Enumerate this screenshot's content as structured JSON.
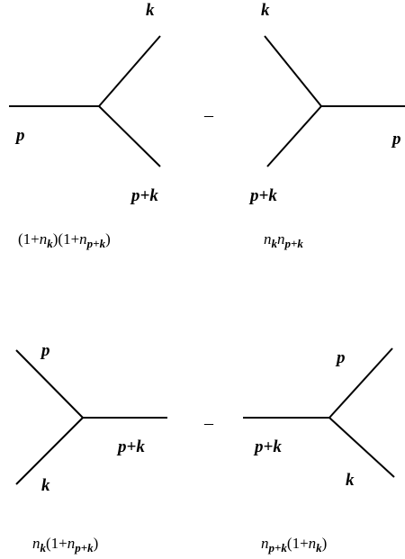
{
  "diagram": {
    "labels": {
      "p": "p",
      "k": "k",
      "p_plus_k": "p+k"
    },
    "operator": "–",
    "weights": {
      "w1": {
        "a": "(1+",
        "b": "n",
        "c": "k",
        "d": ")(1+",
        "e": "n",
        "f": "p+k",
        "g": ")"
      },
      "w2": {
        "a": "n",
        "b": "k",
        "c": "n",
        "d": "p+k"
      },
      "w3": {
        "a": "n",
        "b": "k",
        "c": "(1+",
        "d": "n",
        "e": "p+k",
        "f": ")"
      },
      "w4": {
        "a": "n",
        "b": "p+k",
        "c": "(1+",
        "d": "n",
        "e": "k",
        "f": ")"
      }
    }
  }
}
